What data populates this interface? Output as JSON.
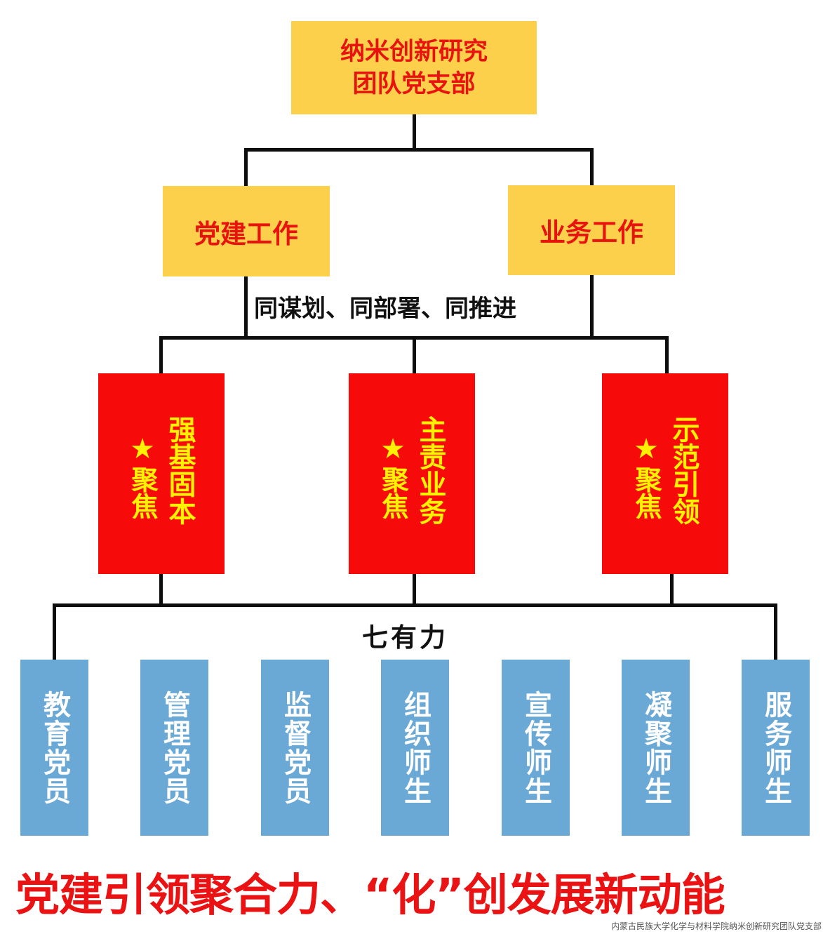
{
  "root": {
    "line1": "纳米创新研究",
    "line2": "团队党支部"
  },
  "branches": [
    {
      "label": "党建工作"
    },
    {
      "label": "业务工作"
    }
  ],
  "coordination": "同谋划、同部署、同推进",
  "focus": [
    {
      "star": "★",
      "prefix": "聚焦",
      "title": "强基固本"
    },
    {
      "star": "★",
      "prefix": "聚焦",
      "title": "主责业务"
    },
    {
      "star": "★",
      "prefix": "聚焦",
      "title": "示范引领"
    }
  ],
  "seven_label": "七有力",
  "seven": [
    {
      "label": "教育党员"
    },
    {
      "label": "管理党员"
    },
    {
      "label": "监督党员"
    },
    {
      "label": "组织师生"
    },
    {
      "label": "宣传师生"
    },
    {
      "label": "凝聚师生"
    },
    {
      "label": "服务师生"
    }
  ],
  "slogan": "党建引领聚合力、“化”创发展新动能",
  "watermark": "内蒙古民族大学化学与材料学院纳米创新研究团队党支部",
  "colors": {
    "yellow": "#fdd04c",
    "red_text": "#e8120f",
    "red_box": "#f70a0a",
    "yellow_text": "#fff200",
    "blue_box": "#6aa8d6"
  }
}
